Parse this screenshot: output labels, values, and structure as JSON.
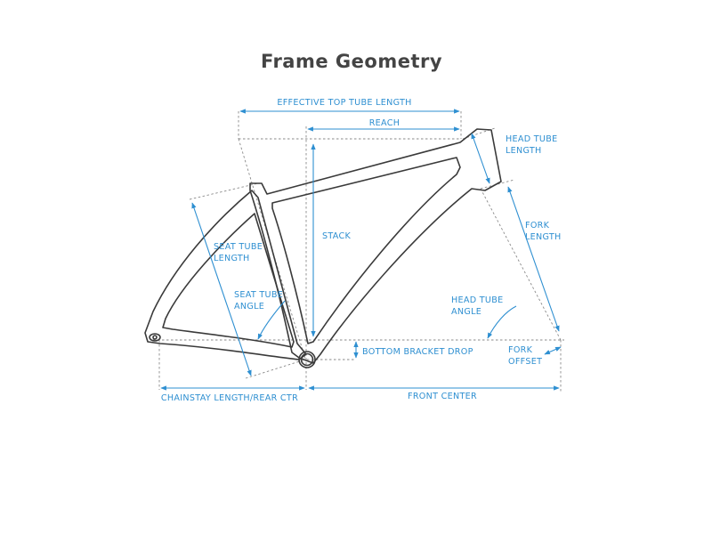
{
  "title": "Frame Geometry",
  "labels": {
    "effective_top_tube": "EFFECTIVE TOP TUBE LENGTH",
    "reach": "REACH",
    "head_tube_line1": "HEAD TUBE",
    "head_tube_line2": "LENGTH",
    "fork_length_line1": "FORK",
    "fork_length_line2": "LENGTH",
    "stack": "STACK",
    "seat_tube_length_line1": "SEAT TUBE",
    "seat_tube_length_line2": "LENGTH",
    "seat_tube_angle_line1": "SEAT TUBE",
    "seat_tube_angle_line2": "ANGLE",
    "head_tube_angle_line1": "HEAD TUBE",
    "head_tube_angle_line2": "ANGLE",
    "bottom_bracket_drop": "BOTTOM BRACKET DROP",
    "fork_offset_line1": "FORK",
    "fork_offset_line2": "OFFSET",
    "chainstay_length": "CHAINSTAY LENGTH/REAR CTR",
    "front_center": "FRONT CENTER"
  },
  "colors": {
    "dimension": "#2e8fd1",
    "frame": "#3a3a3a",
    "guide": "#8a8a8a",
    "title": "#444444"
  }
}
